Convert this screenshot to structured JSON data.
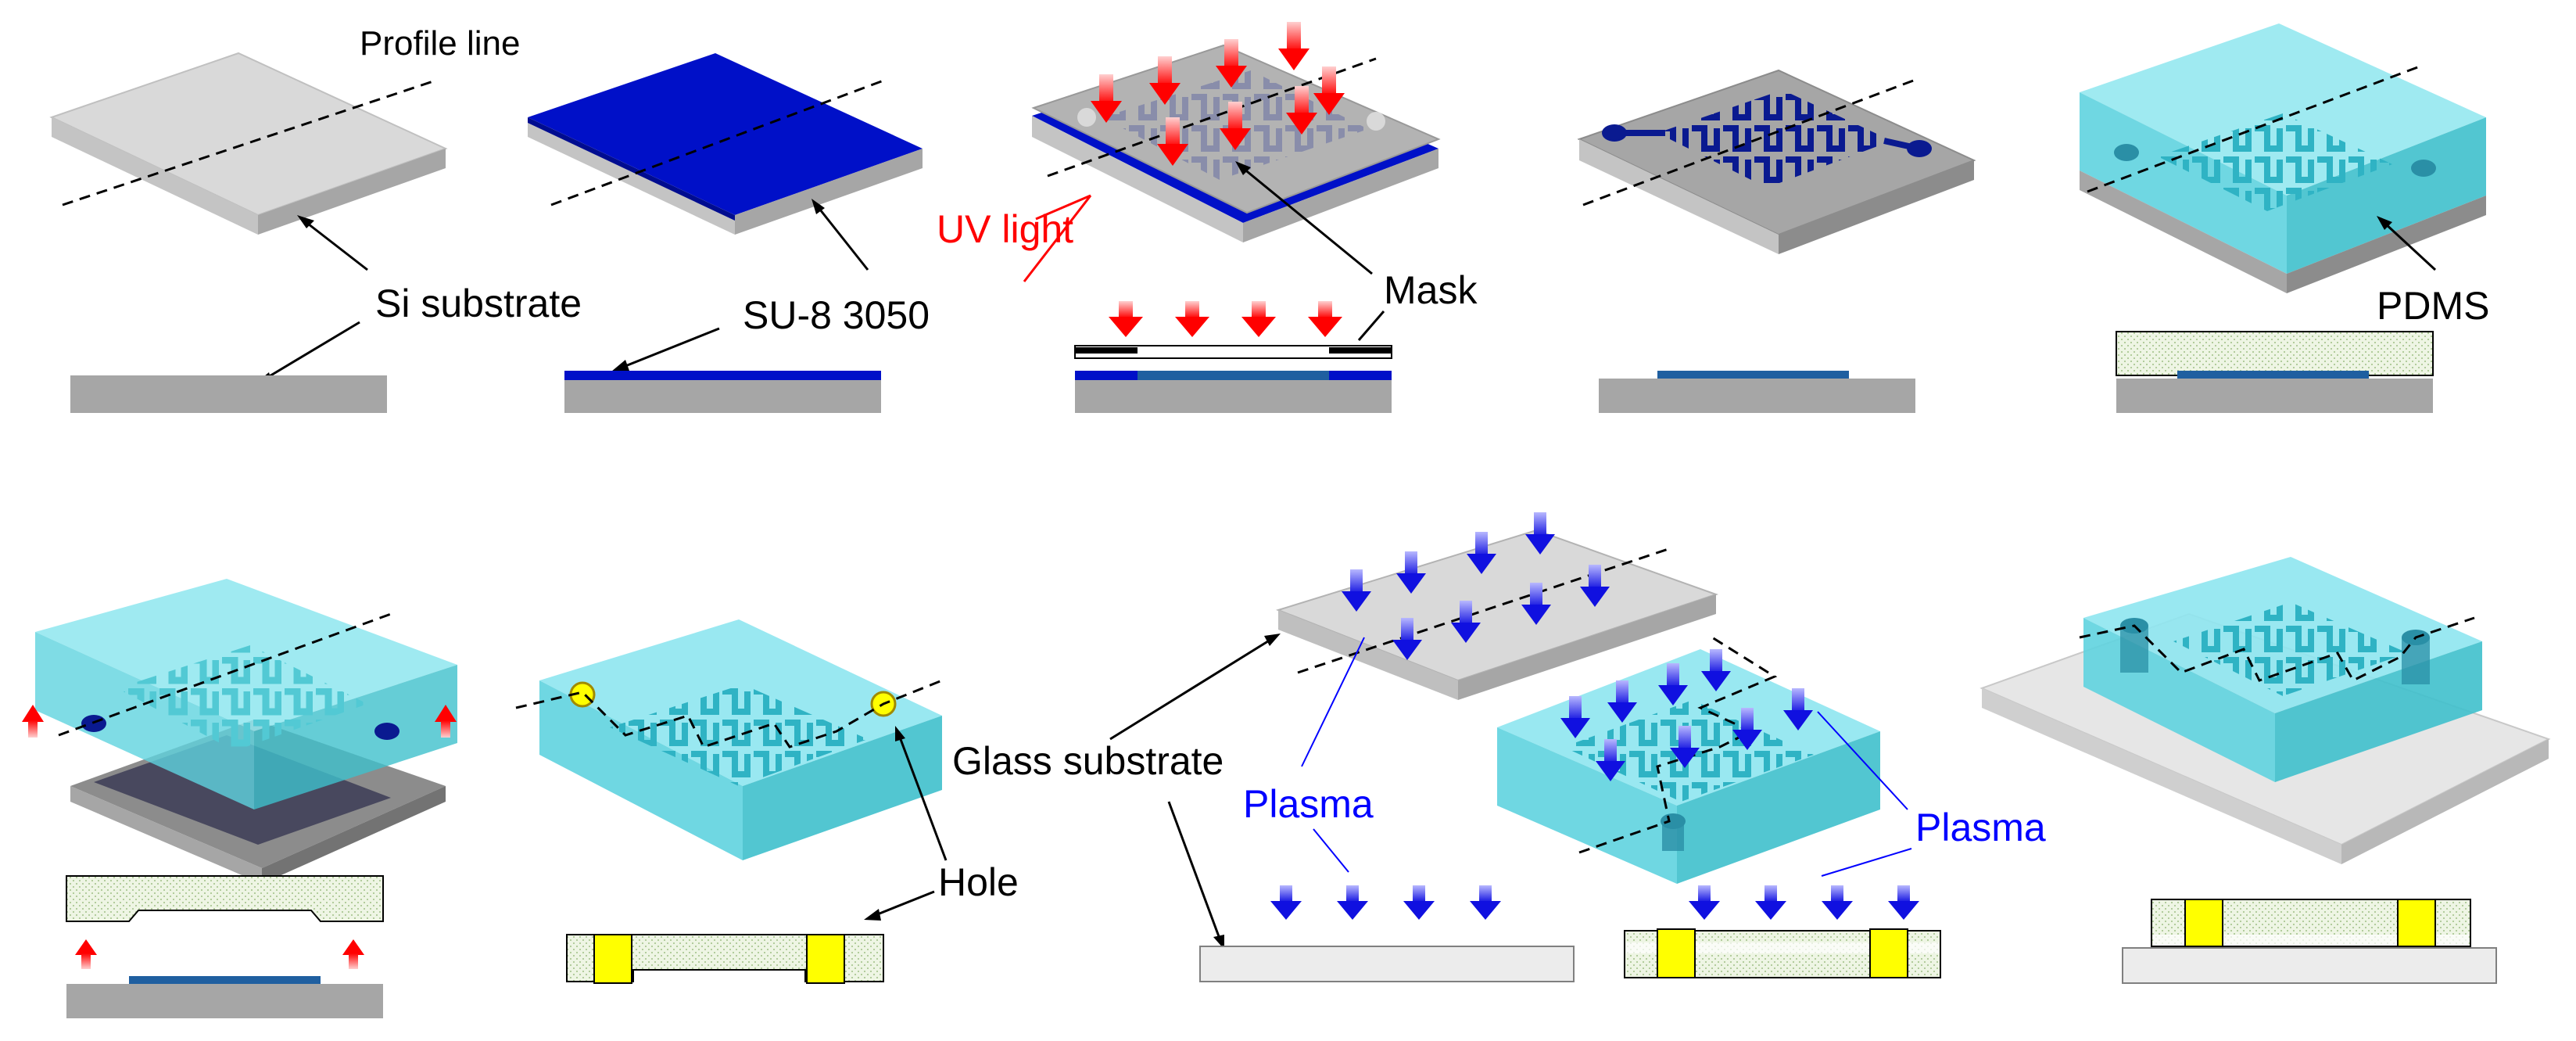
{
  "labels": {
    "profile_line": "Profile line",
    "si_substrate": "Si substrate",
    "su8": "SU-8  3050",
    "uv_light": "UV light",
    "mask": "Mask",
    "pdms": "PDMS",
    "hole": "Hole",
    "glass_substrate": "Glass substrate",
    "plasma_1": "Plasma",
    "plasma_2": "Plasma"
  },
  "colors": {
    "si_gray": "#a6a6a6",
    "si_top": "#d6d6d6",
    "su8_blue": "#0010c8",
    "channel_dark": "#1f4e8c",
    "pdms_cyan": "#7fe8f0",
    "pdms_section": "#eef5e4",
    "hole_yellow": "#ffff00",
    "glass": "#ececec",
    "uv_red": "#ff0000",
    "plasma_blue": "#1f1fe0"
  },
  "icons": {
    "uv_arrow": "red-down-arrow-icon",
    "plasma_arrow": "blue-down-arrow-icon",
    "lift_arrow": "red-up-arrow-icon"
  }
}
